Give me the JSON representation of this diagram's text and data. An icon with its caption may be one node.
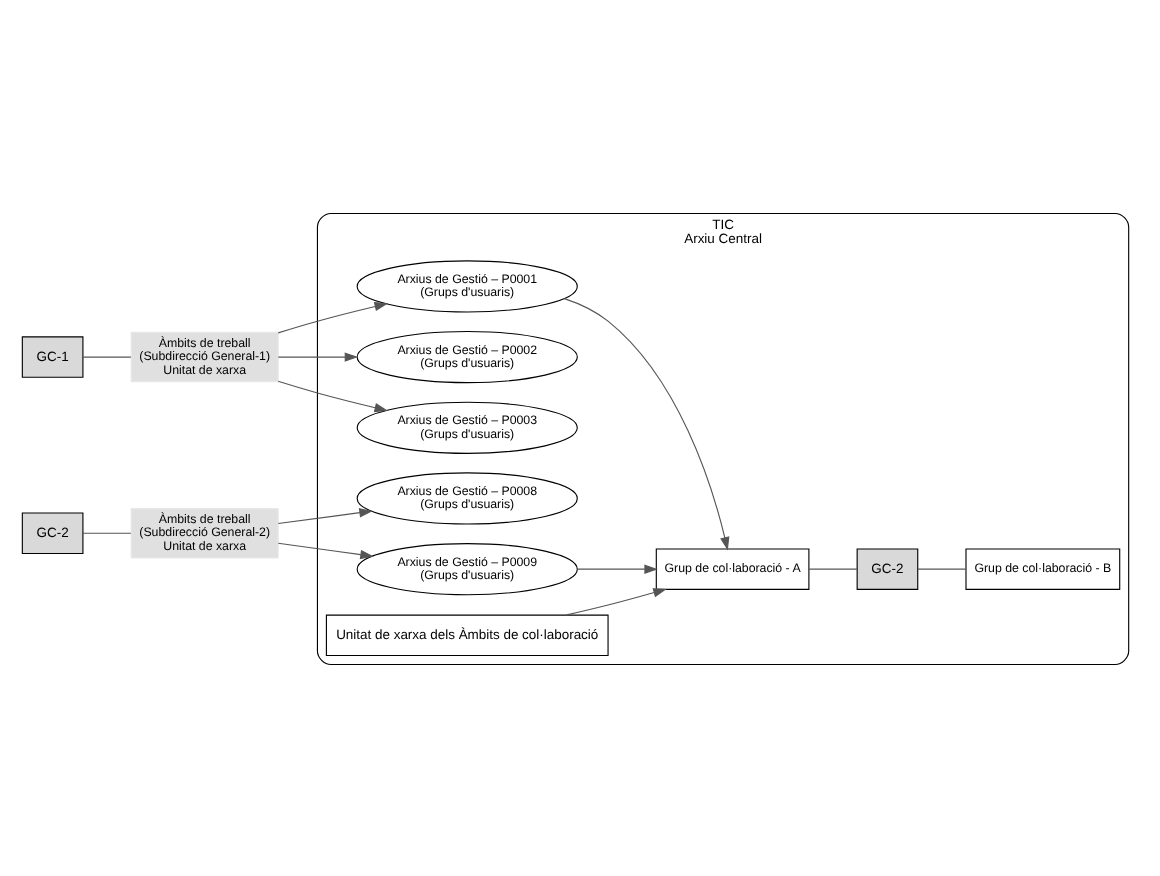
{
  "diagram": {
    "nodes": [
      {
        "text": [
          "TIC",
          "Arxiu Central"
        ]
      },
      {
        "text": [
          "GC-1"
        ]
      },
      {
        "text": [
          "Àmbits de treball",
          "(Subdirecció General-1)",
          "Unitat de xarxa"
        ]
      },
      {
        "text": [
          "GC-2"
        ]
      },
      {
        "text": [
          "Àmbits de treball",
          "(Subdirecció General-2)",
          "Unitat de xarxa"
        ]
      },
      {
        "text": [
          "Arxius de Gestió – P0001",
          "(Grups d'usuaris)"
        ],
        "in": 0
      },
      {
        "text": [
          "Arxius de Gestió – P0002",
          "(Grups d'usuaris)"
        ],
        "in": 0
      },
      {
        "text": [
          "Arxius de Gestió – P0003",
          "(Grups d'usuaris)"
        ],
        "in": 0
      },
      {
        "text": [
          "Arxius de Gestió – P0008",
          "(Grups d'usuaris)"
        ],
        "in": 0
      },
      {
        "text": [
          "Arxius de Gestió – P0009",
          "(Grups d'usuaris)"
        ],
        "in": 0
      },
      {
        "text": [
          "Unitat de xarxa dels Àmbits de col·laboració"
        ],
        "in": 0
      },
      {
        "text": [
          "Grup de col·laboració - A"
        ],
        "in": 0
      },
      {
        "text": [
          "GC-2"
        ],
        "in": 0
      },
      {
        "text": [
          "Grup de col·laboració - B"
        ],
        "in": 0
      }
    ],
    "edges": [
      {
        "from": 1,
        "to": 2,
        "arrow": "none"
      },
      {
        "from": 2,
        "to": 5,
        "arrow": "to"
      },
      {
        "from": 2,
        "to": 6,
        "arrow": "to"
      },
      {
        "from": 2,
        "to": 7,
        "arrow": "to"
      },
      {
        "from": 3,
        "to": 4,
        "arrow": "none"
      },
      {
        "from": 4,
        "to": 8,
        "arrow": "to"
      },
      {
        "from": 4,
        "to": 9,
        "arrow": "to"
      },
      {
        "from": 5,
        "to": 11,
        "arrow": "to"
      },
      {
        "from": 9,
        "to": 11,
        "arrow": "to"
      },
      {
        "from": 10,
        "to": 11,
        "arrow": "to"
      },
      {
        "from": 11,
        "to": 12,
        "arrow": "none"
      },
      {
        "from": 12,
        "to": 13,
        "arrow": "none"
      }
    ]
  }
}
